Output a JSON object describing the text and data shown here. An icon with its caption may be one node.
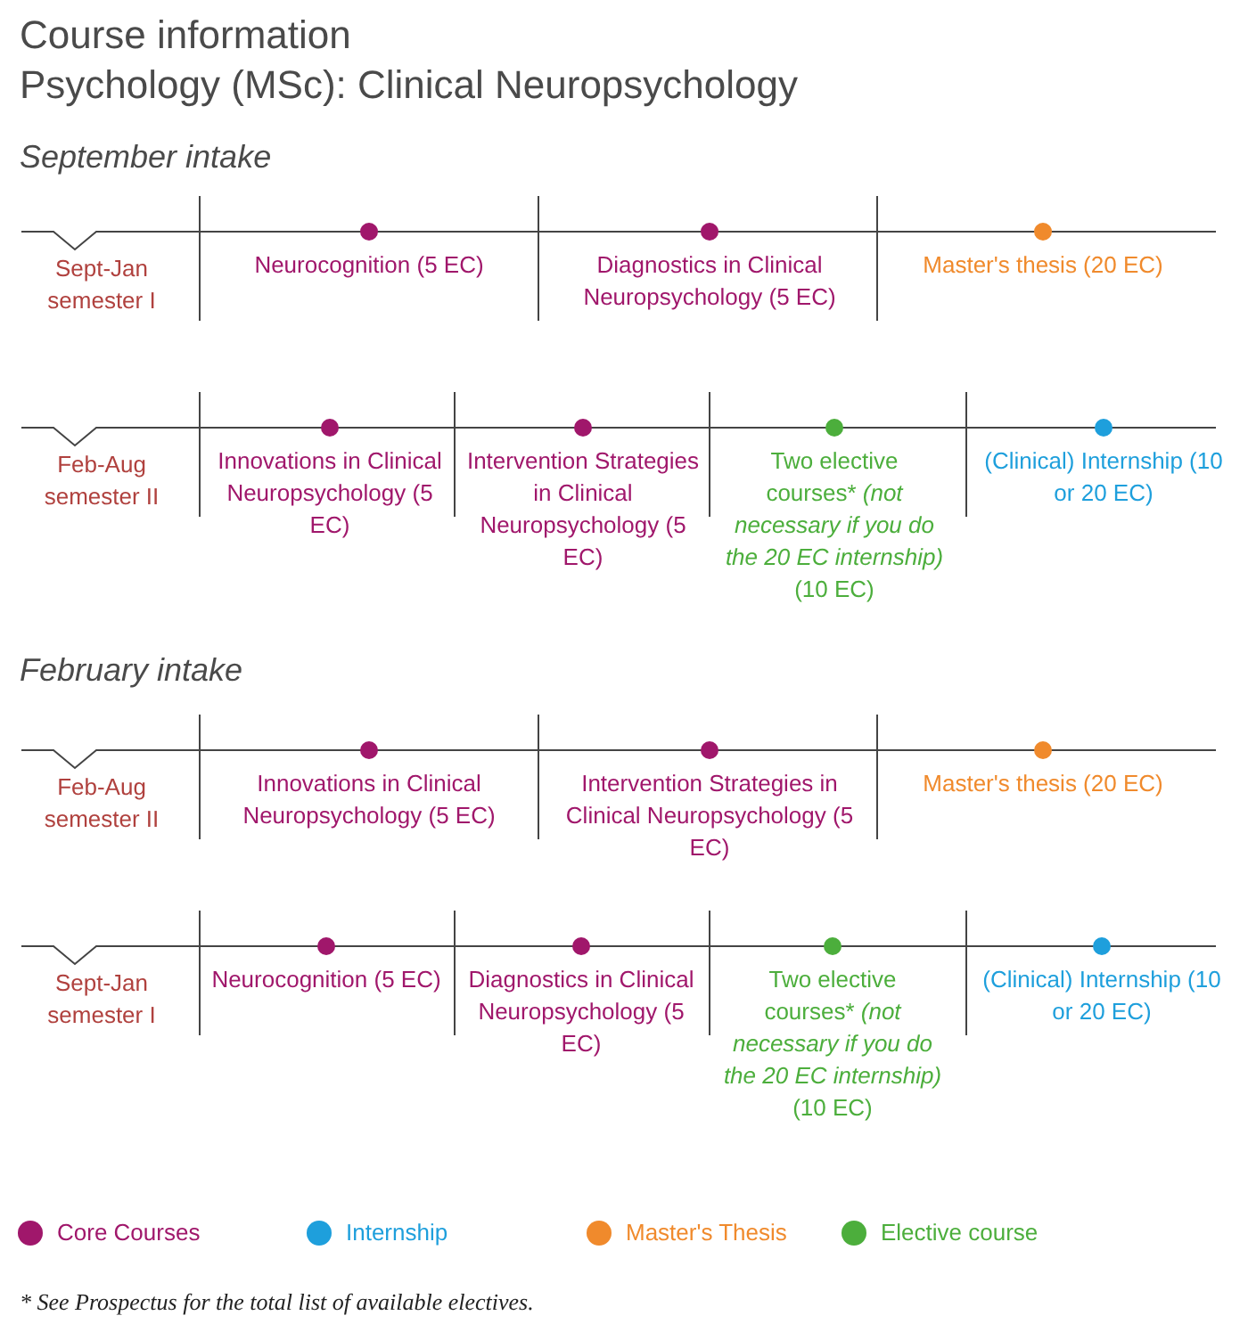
{
  "diagram": {
    "title": "Course information",
    "labels": [
      "Psychology (MSc): Clinical Neuropsychology",
      "September intake",
      "Sept-Jan semester I",
      "Neurocognition (5 EC)",
      "Diagnostics in Clinical Neuropsychology (5 EC)",
      "Master's thesis (20 EC)",
      "Feb-Aug semester II",
      "Innovations in Clinical Neuropsychology (5 EC)",
      "Intervention Strategies in Clinical Neuropsychology (5 EC)",
      "Two elective courses* *(not necessary if you do the 20 EC internship)* (10 EC)",
      "(Clinical) Internship (10 or 20 EC)",
      "February intake",
      "Feb-Aug semester II",
      "Innovations in Clinical Neuropsychology (5 EC)",
      "Intervention Strategies in Clinical Neuropsychology (5 EC)",
      "Master's thesis (20 EC)",
      "Sept-Jan semester I",
      "Neurocognition (5 EC)",
      "Diagnostics in Clinical Neuropsychology (5 EC)",
      "Two elective courses* *(not necessary if you do the 20 EC internship)* (10 EC)",
      "(Clinical) Internship (10 or 20 EC)",
      "* See Prospectus for the total list of available electives."
    ],
    "legend": [
      {
        "text": "Core Courses",
        "color": "#a0176b"
      },
      {
        "text": "Internship",
        "color": "#1e9fdc"
      },
      {
        "text": "Master's Thesis",
        "color": "#f08a2c"
      },
      {
        "text": "Elective course",
        "color": "#4cae3c"
      }
    ]
  }
}
